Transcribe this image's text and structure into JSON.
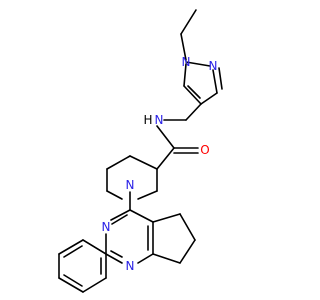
{
  "colors": {
    "bond": "#000000",
    "nitrogen": "#2b22e6",
    "oxygen": "#ff0000",
    "background": "#ffffff"
  },
  "atoms": {
    "n_pyrazole_1": "N",
    "n_pyrazole_2": "N",
    "n_amide": "N",
    "h_amide": "H",
    "o_carbonyl": "O",
    "n_piperidine": "N",
    "n_pyrimidine_1": "N",
    "n_pyrimidine_2": "N"
  }
}
